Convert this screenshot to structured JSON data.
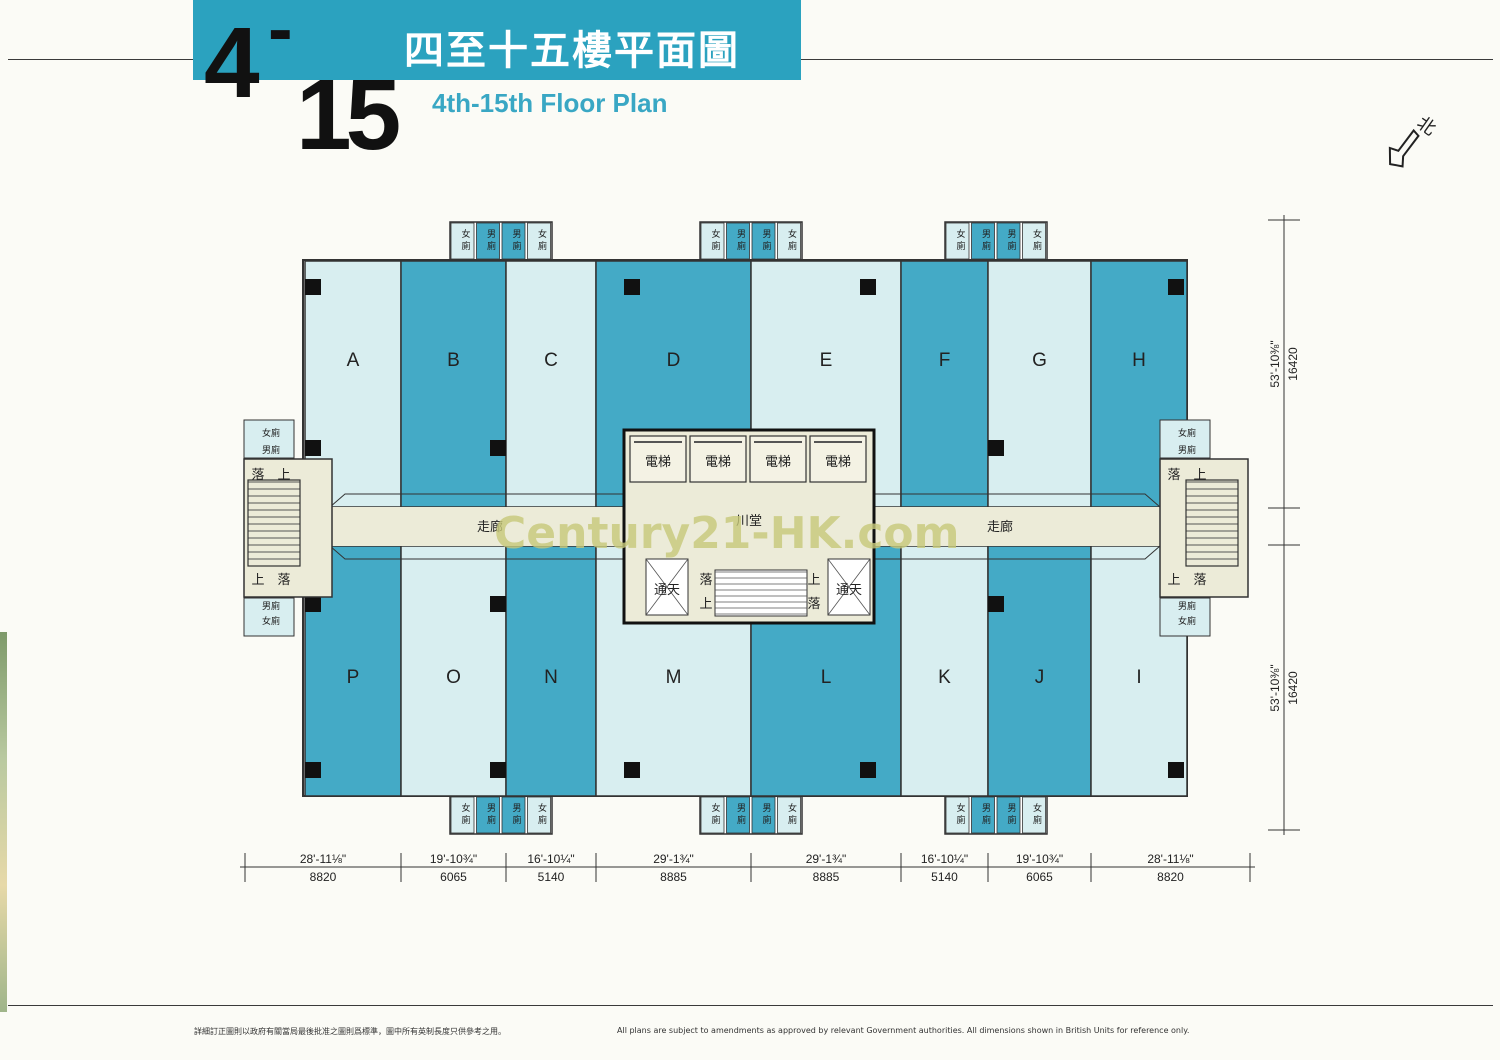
{
  "header": {
    "title_cn": "四至十五樓平面圖",
    "title_en": "4th-15th Floor Plan",
    "floor_from": "4",
    "floor_dash": "-",
    "floor_to": "15",
    "north_label": "北"
  },
  "colors": {
    "band": "#2ba2bf",
    "unit_dark": "#44aac6",
    "unit_light": "#d8eef0",
    "corridor": "#ecebd8",
    "subtitle": "#39a7c4"
  },
  "units_top": [
    "A",
    "B",
    "C",
    "D",
    "E",
    "F",
    "G",
    "H"
  ],
  "units_bottom": [
    "P",
    "O",
    "N",
    "M",
    "L",
    "K",
    "J",
    "I"
  ],
  "core": {
    "lifts": [
      "電梯",
      "電梯",
      "電梯",
      "電梯"
    ],
    "lobby": "川堂",
    "corridor_left": "走廊",
    "corridor_right": "走廊",
    "light_well": "通天",
    "stair_down": "落",
    "stair_up": "上"
  },
  "toilets": {
    "female": "女廁",
    "male": "男廁",
    "female_short": "女",
    "male_short": "男",
    "toilet_char": "廁"
  },
  "dimensions_horizontal": [
    {
      "imperial": "28'-11⅛\"",
      "metric": "8820"
    },
    {
      "imperial": "19'-10¾\"",
      "metric": "6065"
    },
    {
      "imperial": "16'-10¼\"",
      "metric": "5140"
    },
    {
      "imperial": "29'-1¾\"",
      "metric": "8885"
    },
    {
      "imperial": "29'-1¾\"",
      "metric": "8885"
    },
    {
      "imperial": "16'-10¼\"",
      "metric": "5140"
    },
    {
      "imperial": "19'-10¾\"",
      "metric": "6065"
    },
    {
      "imperial": "28'-11⅛\"",
      "metric": "8820"
    }
  ],
  "dimensions_vertical": [
    {
      "imperial": "53'-10⅜\"",
      "metric": "16420"
    },
    {
      "imperial": "53'-10⅜\"",
      "metric": "16420"
    }
  ],
  "watermark": "Century21-HK.com",
  "footer": {
    "cn": "詳細訂正圖則以政府有關當局最後批准之圖則爲標準，圖中所有英制長度只供參考之用。",
    "en": "All plans are subject to amendments as approved by relevant Government authorities. All dimensions shown in British Units for reference only."
  }
}
